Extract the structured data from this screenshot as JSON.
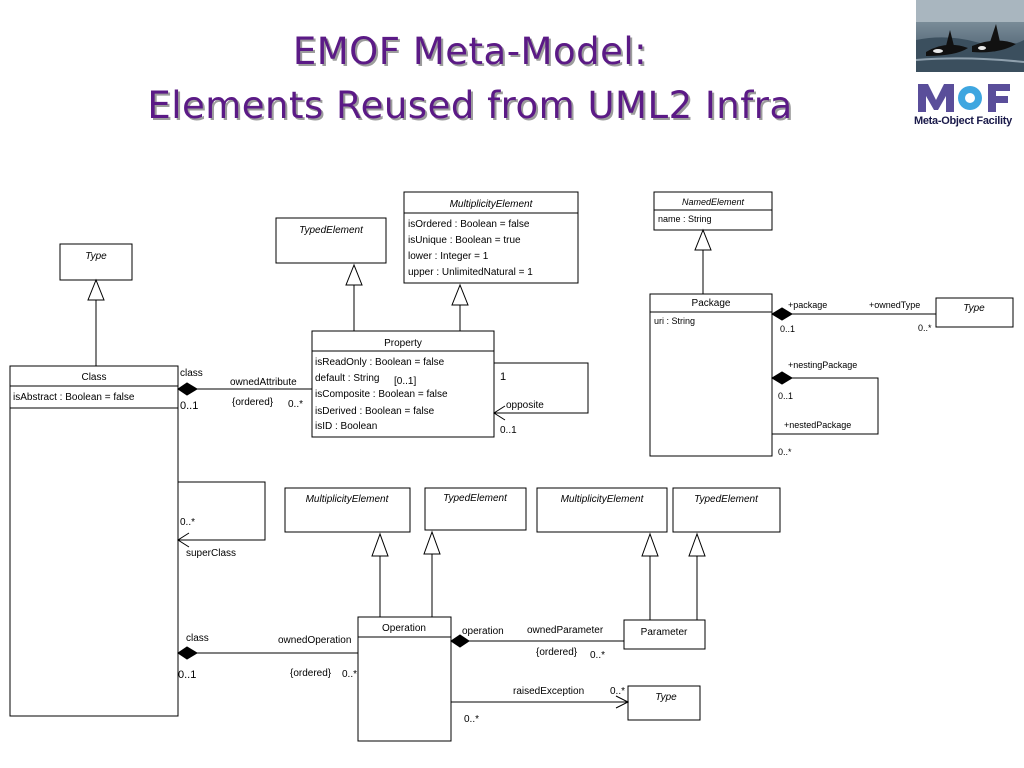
{
  "title": {
    "line1": "EMOF Meta-Model:",
    "line2": "Elements Reused from UML2 Infra"
  },
  "logo": {
    "letters": "MOF",
    "caption": "Meta-Object Facility",
    "colors": {
      "letters": "#5a4e9a",
      "dot": "#3ea6e0",
      "caption": "#1a1a4a"
    }
  },
  "colors": {
    "title": "#5b1a86",
    "title_shadow": "#9c9c9c",
    "line": "#000000",
    "box_fill": "#ffffff"
  },
  "diagram": {
    "classes": {
      "type_top": {
        "name": "Type"
      },
      "class": {
        "name": "Class",
        "attributes": [
          "isAbstract : Boolean = false"
        ]
      },
      "typed_element_top": {
        "name": "TypedElement"
      },
      "multiplicity_element_top": {
        "name": "MultiplicityElement",
        "attributes": [
          "isOrdered : Boolean = false",
          "isUnique : Boolean = true",
          "lower : Integer = 1",
          "upper : UnlimitedNatural = 1"
        ]
      },
      "property": {
        "name": "Property",
        "attributes": [
          "isReadOnly : Boolean = false",
          "default : String",
          "isComposite : Boolean = false",
          "isDerived : Boolean = false",
          "isID : Boolean"
        ],
        "default_multiplicity": "[0..1]"
      },
      "named_element": {
        "name": "NamedElement",
        "attributes": [
          "name : String"
        ]
      },
      "package": {
        "name": "Package",
        "attributes": [
          "uri : String"
        ]
      },
      "type_right": {
        "name": "Type"
      },
      "multiplicity_element_op": {
        "name": "MultiplicityElement"
      },
      "typed_element_op": {
        "name": "TypedElement"
      },
      "multiplicity_element_param": {
        "name": "MultiplicityElement"
      },
      "typed_element_param": {
        "name": "TypedElement"
      },
      "operation": {
        "name": "Operation"
      },
      "parameter": {
        "name": "Parameter"
      },
      "type_bottom": {
        "name": "Type"
      }
    },
    "labels": {
      "class_owned_attr_end": "class",
      "class_owned_attr_mult": "0..1",
      "owned_attribute": "ownedAttribute",
      "owned_attribute_ordered": "{ordered}",
      "owned_attribute_mult": "0..*",
      "opposite_one": "1",
      "opposite": "opposite",
      "opposite_mult": "0..1",
      "superclass_mult": "0..*",
      "superclass": "superClass",
      "class_owned_op_end": "class",
      "class_owned_op_mult": "0..1",
      "owned_operation": "ownedOperation",
      "owned_operation_ordered": "{ordered}",
      "owned_operation_mult": "0..*",
      "operation_end": "operation",
      "owned_parameter": "ownedParameter",
      "owned_parameter_ordered": "{ordered}",
      "owned_parameter_mult": "0..*",
      "raised_exception": "raisedException",
      "raised_exception_mult": "0..*",
      "raised_exception_src_mult": "0..*",
      "package_end": "+package",
      "package_mult": "0..1",
      "owned_type": "+ownedType",
      "owned_type_mult": "0..*",
      "nesting_package": "+nestingPackage",
      "nesting_package_mult": "0..1",
      "nested_package": "+nestedPackage",
      "nested_package_mult": "0..*"
    }
  }
}
